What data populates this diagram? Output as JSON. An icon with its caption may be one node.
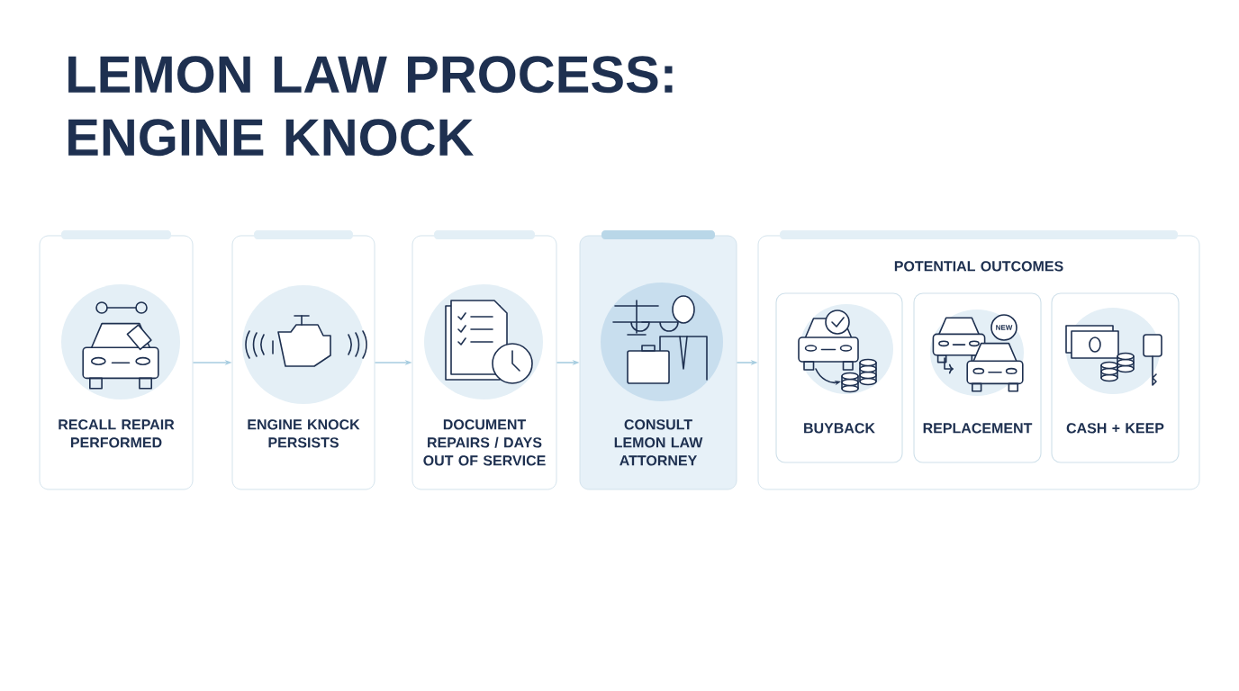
{
  "diagram": {
    "title": "LEMON LAW PROCESS: ENGINE KNOCK",
    "nodes": [
      {
        "text": [
          "RECALL REPAIR PERFORMED"
        ]
      },
      {
        "text": [
          "ENGINE KNOCK PERSISTS"
        ]
      },
      {
        "text": [
          "DOCUMENT REPAIRS / DAYS OUT OF SERVICE"
        ]
      },
      {
        "text": [
          "CONSULT LEMON LAW ATTORNEY"
        ]
      },
      {
        "text": [
          "POTENTIAL OUTCOMES"
        ]
      },
      {
        "text": [
          "BUYBACK"
        ],
        "in": 4
      },
      {
        "text": [
          "REPLACEMENT"
        ],
        "in": 4
      },
      {
        "text": [
          "CASH + KEEP"
        ],
        "in": 4
      }
    ],
    "edges": [
      {
        "from": 0,
        "to": 1,
        "arrow": "to"
      },
      {
        "from": 1,
        "to": 2,
        "arrow": "to"
      },
      {
        "from": 2,
        "to": 3,
        "arrow": "to"
      },
      {
        "from": 3,
        "to": 4,
        "arrow": "to"
      }
    ],
    "labels": [
      "NEW"
    ]
  }
}
